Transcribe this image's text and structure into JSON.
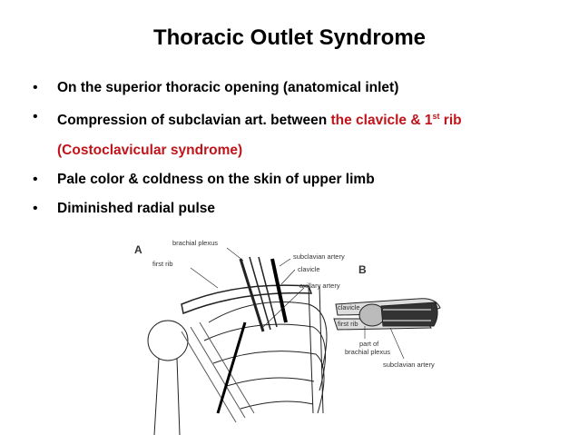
{
  "title": "Thoracic Outlet Syndrome",
  "bullets": [
    {
      "text": "On the superior thoracic opening (anatomical inlet)"
    },
    {
      "text": "Compression of subclavian art. between ",
      "highlight": "the clavicle & 1",
      "sup": "st",
      "highlight_end": " rib",
      "continuation": "(Costoclavicular syndrome)"
    },
    {
      "text": "Pale color & coldness on the skin of upper limb"
    },
    {
      "text": "Diminished radial pulse"
    }
  ],
  "bullet_glyph": "•",
  "figure": {
    "panel_a": "A",
    "panel_b": "B",
    "labels_a": {
      "brachial_plexus": "brachial plexus",
      "first_rib": "first rib",
      "subclavian_artery": "subclavian artery",
      "clavicle": "clavicle",
      "axillary_artery": "axillary artery"
    },
    "labels_b": {
      "clavicle": "clavicle",
      "first_rib": "first rib",
      "part_of": "part of",
      "brachial_plexus": "brachial plexus",
      "subclavian_artery": "subclavian artery"
    }
  },
  "colors": {
    "highlight": "#c0141a",
    "text": "#000000"
  }
}
